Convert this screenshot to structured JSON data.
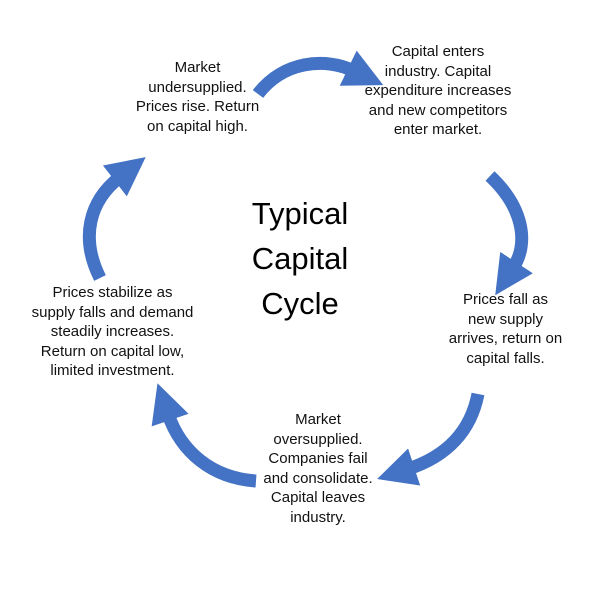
{
  "diagram": {
    "title": "Typical Capital Cycle",
    "arrow_color": "#4472C4",
    "nodes": [
      {
        "id": "market-undersupplied",
        "text": "Market undersupplied.  Prices rise.  Return on capital high."
      },
      {
        "id": "capital-enters",
        "text": "Capital enters industry.  Capital expenditure increases and new competitors enter market."
      },
      {
        "id": "prices-fall",
        "text": "Prices fall as new supply arrives, return on capital falls."
      },
      {
        "id": "market-oversupplied",
        "text": "Market oversupplied.  Companies fail and consolidate.  Capital leaves industry."
      },
      {
        "id": "prices-stabilize",
        "text": "Prices stabilize as supply falls and demand steadily increases.  Return on capital low, limited investment."
      }
    ],
    "arrows": [
      {
        "name": "arrow-undersupplied-to-capital-enters"
      },
      {
        "name": "arrow-capital-enters-to-prices-fall"
      },
      {
        "name": "arrow-prices-fall-to-oversupplied"
      },
      {
        "name": "arrow-oversupplied-to-prices-stabilize"
      },
      {
        "name": "arrow-prices-stabilize-to-undersupplied"
      }
    ]
  }
}
